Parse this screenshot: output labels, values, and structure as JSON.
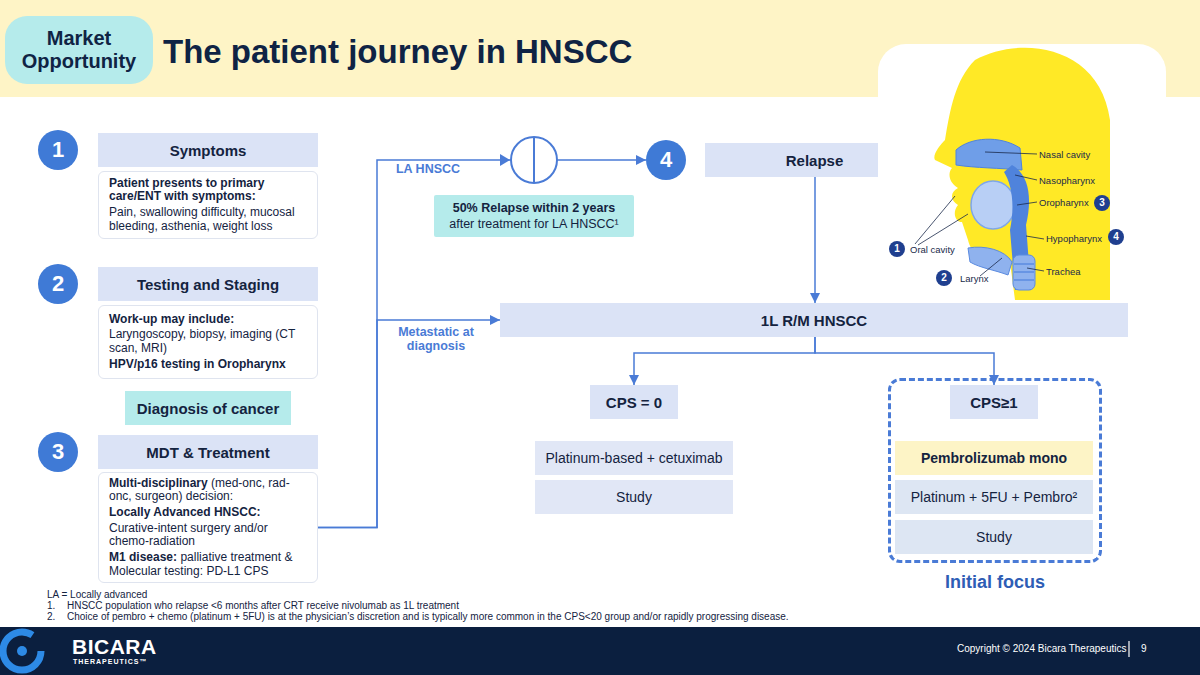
{
  "diagram": {
    "title": "The patient journey in HNSCC",
    "nodes": [
      {
        "text": [
          "Market Opportunity"
        ]
      },
      {
        "text": [
          "1"
        ]
      },
      {
        "text": [
          "Symptoms"
        ]
      },
      {
        "text": [
          "Patient presents to primary care/ENT with symptoms:",
          "Pain, swallowing difficulty, mucosal bleeding, asthenia, weight loss"
        ]
      },
      {
        "text": [
          "2"
        ]
      },
      {
        "text": [
          "Testing and Staging"
        ]
      },
      {
        "text": [
          "Work-up may include:",
          "Laryngoscopy, biopsy, imaging (CT scan, MRI)",
          "HPV/p16 testing in Oropharynx"
        ]
      },
      {
        "text": [
          "Diagnosis of cancer"
        ]
      },
      {
        "text": [
          "3"
        ]
      },
      {
        "text": [
          "MDT & Treatment"
        ]
      },
      {
        "text": [
          "Multi-disciplinary (med-onc, rad-onc, surgeon) decision:",
          "Locally Advanced HNSCC:",
          "Curative-intent surgery and/or chemo-radiation",
          "M1 disease: palliative treatment & Molecular testing: PD-L1 CPS"
        ]
      },
      {
        "text": [
          "50% Relapse within 2 years",
          "after treatment for LA HNSCC¹"
        ]
      },
      {
        "text": [
          "4"
        ]
      },
      {
        "text": [
          "Relapse"
        ]
      },
      {
        "text": [
          "1L R/M HNSCC"
        ]
      },
      {
        "text": [
          "CPS = 0"
        ]
      },
      {
        "text": [
          "Platinum-based + cetuximab"
        ]
      },
      {
        "text": [
          "Study"
        ]
      },
      {
        "text": [
          "Initial focus"
        ]
      },
      {
        "text": [
          "CPS≥1"
        ],
        "in": 18
      },
      {
        "text": [
          "Pembrolizumab mono"
        ],
        "in": 18
      },
      {
        "text": [
          "Platinum + 5FU + Pembro²"
        ],
        "in": 18
      },
      {
        "text": [
          "Study"
        ],
        "in": 18
      }
    ],
    "edges": [
      {
        "from": 10,
        "to": 12,
        "label": "LA HNSCC",
        "arrow": "to"
      },
      {
        "from": 10,
        "to": 14,
        "label": "Metastatic at diagnosis",
        "arrow": "to"
      },
      {
        "from": 13,
        "to": 14,
        "arrow": "to"
      },
      {
        "from": 14,
        "to": 15,
        "arrow": "to"
      },
      {
        "from": 14,
        "to": 19,
        "arrow": "to"
      }
    ],
    "labels": [
      "Nasal cavity",
      "Nasopharynx",
      "Oropharynx",
      "3",
      "Hypopharynx",
      "4",
      "1",
      "Oral cavity",
      "Trachea",
      "2",
      "Larynx",
      "LA = Locally advanced",
      "1.",
      "HNSCC population who relapse <6 months after CRT receive nivolumab as 1L treatment",
      "2.",
      "Choice of pembro + chemo (platinum + 5FU) is at the physician’s discretion and is typically more common in the CPS<20 group and/or rapidly progressing disease.",
      "BICARA",
      "THERAPEUTICS™",
      "Copyright © 2024 Bicara Therapeutics",
      "9"
    ]
  }
}
